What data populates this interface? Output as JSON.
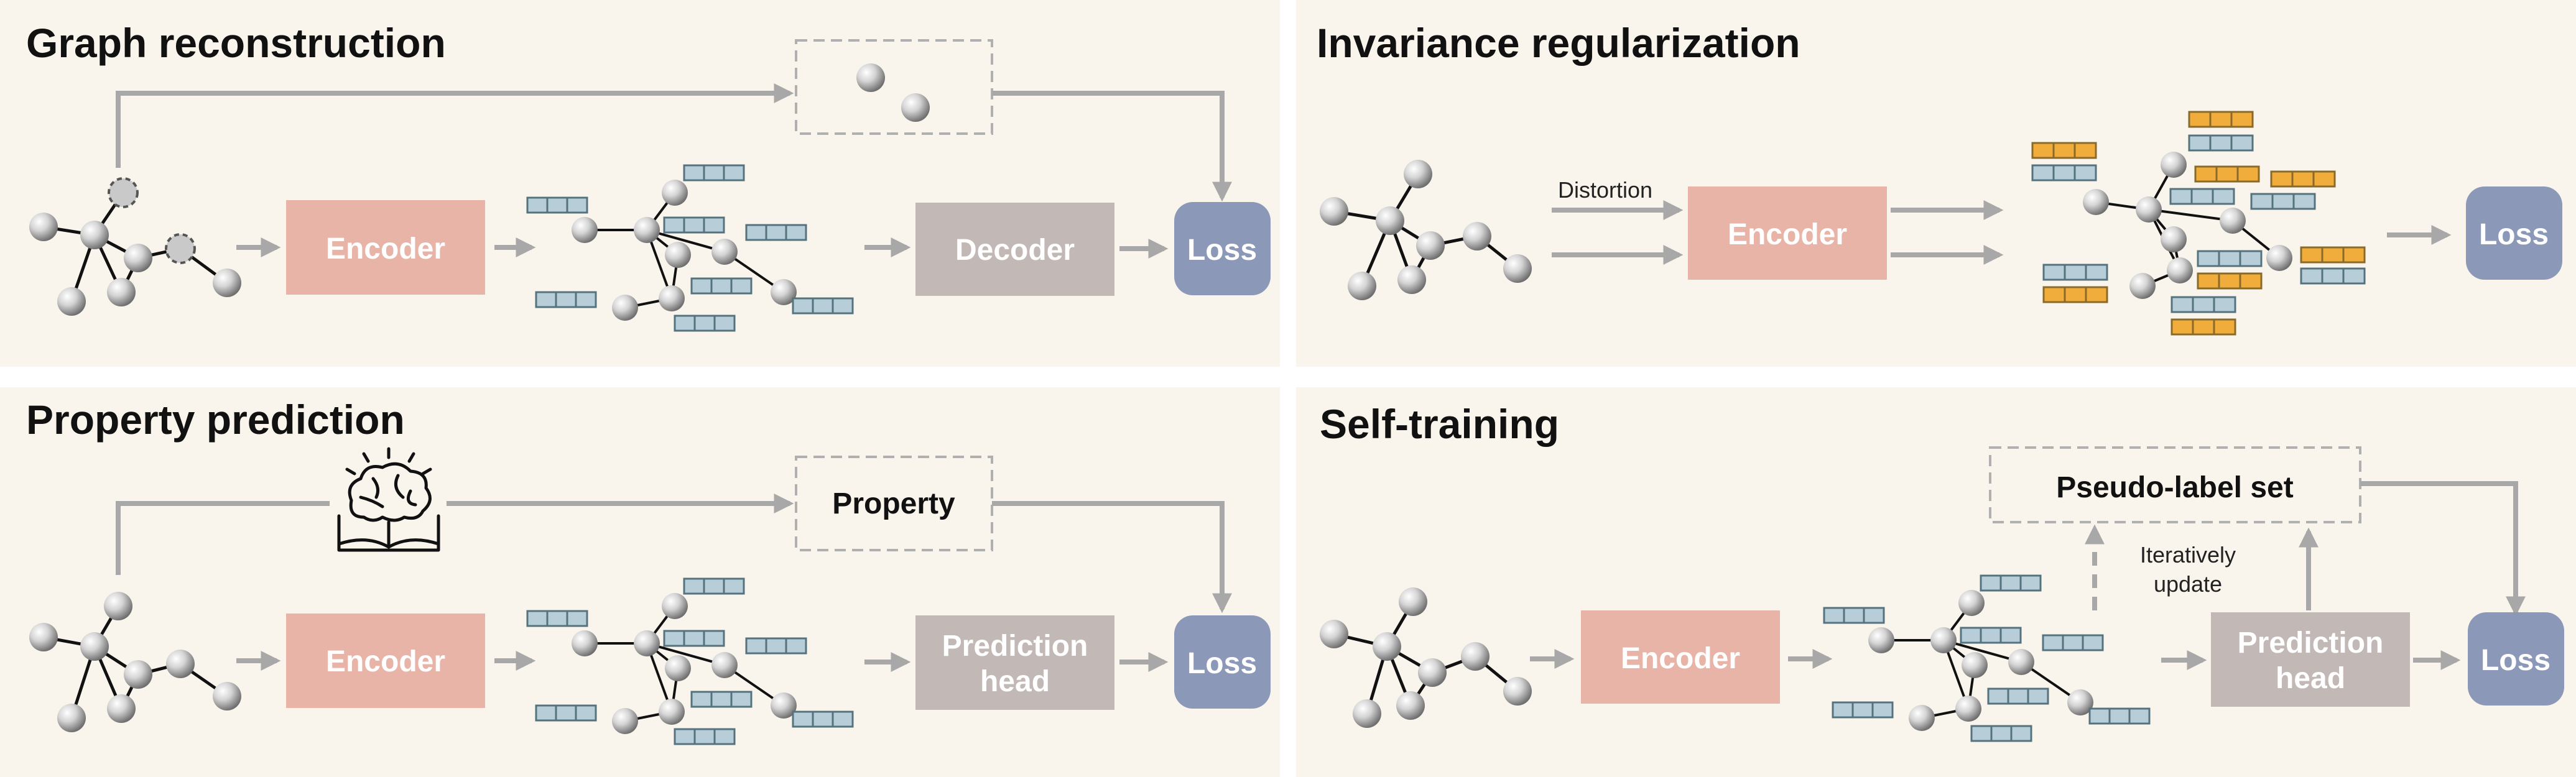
{
  "colors": {
    "panel_bg": "#faf5ec",
    "encoder": "#e8b4a8",
    "decoder": "#c2b8b6",
    "loss": "#8c98b8",
    "vector_blue": "#b7cdd8",
    "vector_orange": "#f0ad3c",
    "arrow": "#a8a8a8"
  },
  "panels": {
    "graph_reconstruction": {
      "title": "Graph reconstruction",
      "encoder": "Encoder",
      "decoder": "Decoder",
      "loss": "Loss"
    },
    "invariance_regularization": {
      "title": "Invariance regularization",
      "distortion": "Distortion",
      "encoder": "Encoder",
      "loss": "Loss"
    },
    "property_prediction": {
      "title": "Property prediction",
      "property": "Property",
      "encoder": "Encoder",
      "head_line1": "Prediction",
      "head_line2": "head",
      "loss": "Loss",
      "icon": "brain-book-icon"
    },
    "self_training": {
      "title": "Self-training",
      "pseudo_label": "Pseudo-label set",
      "iter_line1": "Iteratively",
      "iter_line2": "update",
      "encoder": "Encoder",
      "head_line1": "Prediction",
      "head_line2": "head",
      "loss": "Loss"
    }
  }
}
